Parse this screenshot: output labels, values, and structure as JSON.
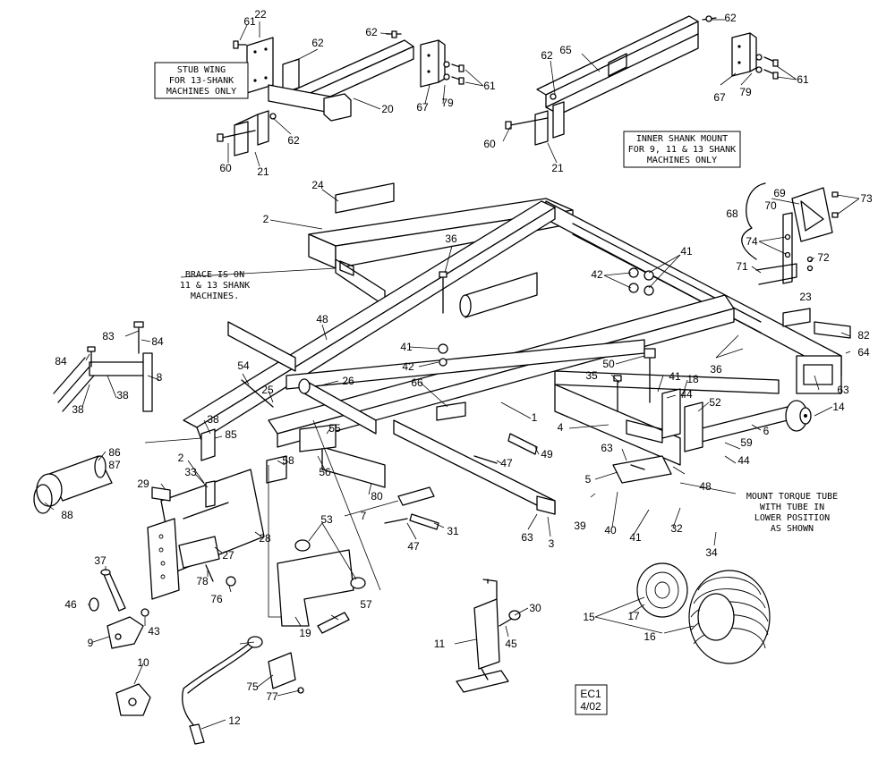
{
  "notes": {
    "stub_wing": [
      "STUB WING",
      "FOR 13-SHANK",
      "MACHINES ONLY"
    ],
    "inner_shank": [
      "INNER SHANK MOUNT",
      "FOR 9, 11 & 13 SHANK",
      "MACHINES ONLY"
    ],
    "brace": [
      "BRACE IS ON",
      "11 & 13 SHANK",
      "MACHINES."
    ],
    "torque_tube": [
      "MOUNT TORQUE TUBE",
      "WITH TUBE IN",
      "LOWER POSITION",
      "AS SHOWN"
    ]
  },
  "stamp": {
    "code": "EC1",
    "date": "4/02"
  },
  "callouts": [
    {
      "id": "c-61a",
      "label": "61"
    },
    {
      "id": "c-22",
      "label": "22"
    },
    {
      "id": "c-62a",
      "label": "62"
    },
    {
      "id": "c-62b",
      "label": "62"
    },
    {
      "id": "c-61b",
      "label": "61"
    },
    {
      "id": "c-20",
      "label": "20"
    },
    {
      "id": "c-67a",
      "label": "67"
    },
    {
      "id": "c-79a",
      "label": "79"
    },
    {
      "id": "c-62c",
      "label": "62"
    },
    {
      "id": "c-60a",
      "label": "60"
    },
    {
      "id": "c-21a",
      "label": "21"
    },
    {
      "id": "c-62d",
      "label": "62"
    },
    {
      "id": "c-65",
      "label": "65"
    },
    {
      "id": "c-62e",
      "label": "62"
    },
    {
      "id": "c-61c",
      "label": "61"
    },
    {
      "id": "c-67b",
      "label": "67"
    },
    {
      "id": "c-79b",
      "label": "79"
    },
    {
      "id": "c-60b",
      "label": "60"
    },
    {
      "id": "c-21b",
      "label": "21"
    },
    {
      "id": "c-24",
      "label": "24"
    },
    {
      "id": "c-2a",
      "label": "2"
    },
    {
      "id": "c-69",
      "label": "69"
    },
    {
      "id": "c-73",
      "label": "73"
    },
    {
      "id": "c-70",
      "label": "70"
    },
    {
      "id": "c-68",
      "label": "68"
    },
    {
      "id": "c-74",
      "label": "74"
    },
    {
      "id": "c-72",
      "label": "72"
    },
    {
      "id": "c-71",
      "label": "71"
    },
    {
      "id": "c-36a",
      "label": "36"
    },
    {
      "id": "c-41a",
      "label": "41"
    },
    {
      "id": "c-42a",
      "label": "42"
    },
    {
      "id": "c-23",
      "label": "23"
    },
    {
      "id": "c-82",
      "label": "82"
    },
    {
      "id": "c-64",
      "label": "64"
    },
    {
      "id": "c-48a",
      "label": "48"
    },
    {
      "id": "c-41b",
      "label": "41"
    },
    {
      "id": "c-42b",
      "label": "42"
    },
    {
      "id": "c-83",
      "label": "83"
    },
    {
      "id": "c-84a",
      "label": "84"
    },
    {
      "id": "c-84b",
      "label": "84"
    },
    {
      "id": "c-38a",
      "label": "38"
    },
    {
      "id": "c-8",
      "label": "8"
    },
    {
      "id": "c-38b",
      "label": "38"
    },
    {
      "id": "c-54",
      "label": "54"
    },
    {
      "id": "c-25",
      "label": "25"
    },
    {
      "id": "c-26",
      "label": "26"
    },
    {
      "id": "c-66",
      "label": "66"
    },
    {
      "id": "c-50",
      "label": "50"
    },
    {
      "id": "c-35",
      "label": "35"
    },
    {
      "id": "c-41c",
      "label": "41"
    },
    {
      "id": "c-36b",
      "label": "36"
    },
    {
      "id": "c-63a",
      "label": "63"
    },
    {
      "id": "c-44a",
      "label": "44"
    },
    {
      "id": "c-18",
      "label": "18"
    },
    {
      "id": "c-52",
      "label": "52"
    },
    {
      "id": "c-14",
      "label": "14"
    },
    {
      "id": "c-1",
      "label": "1"
    },
    {
      "id": "c-4",
      "label": "4"
    },
    {
      "id": "c-6",
      "label": "6"
    },
    {
      "id": "c-38c",
      "label": "38"
    },
    {
      "id": "c-85",
      "label": "85"
    },
    {
      "id": "c-55",
      "label": "55"
    },
    {
      "id": "c-59",
      "label": "59"
    },
    {
      "id": "c-44b",
      "label": "44"
    },
    {
      "id": "c-86",
      "label": "86"
    },
    {
      "id": "c-87",
      "label": "87"
    },
    {
      "id": "c-2b",
      "label": "2"
    },
    {
      "id": "c-58",
      "label": "58"
    },
    {
      "id": "c-56",
      "label": "56"
    },
    {
      "id": "c-63b",
      "label": "63"
    },
    {
      "id": "c-48b",
      "label": "48"
    },
    {
      "id": "c-33",
      "label": "33"
    },
    {
      "id": "c-29",
      "label": "29"
    },
    {
      "id": "c-47a",
      "label": "47"
    },
    {
      "id": "c-49",
      "label": "49"
    },
    {
      "id": "c-5",
      "label": "5"
    },
    {
      "id": "c-80",
      "label": "80"
    },
    {
      "id": "c-7",
      "label": "7"
    },
    {
      "id": "c-88",
      "label": "88"
    },
    {
      "id": "c-53",
      "label": "53"
    },
    {
      "id": "c-39",
      "label": "39"
    },
    {
      "id": "c-40",
      "label": "40"
    },
    {
      "id": "c-41d",
      "label": "41"
    },
    {
      "id": "c-32",
      "label": "32"
    },
    {
      "id": "c-47b",
      "label": "47"
    },
    {
      "id": "c-31",
      "label": "31"
    },
    {
      "id": "c-63c",
      "label": "63"
    },
    {
      "id": "c-3",
      "label": "3"
    },
    {
      "id": "c-34",
      "label": "34"
    },
    {
      "id": "c-28",
      "label": "28"
    },
    {
      "id": "c-27",
      "label": "27"
    },
    {
      "id": "c-37",
      "label": "37"
    },
    {
      "id": "c-78",
      "label": "78"
    },
    {
      "id": "c-76",
      "label": "76"
    },
    {
      "id": "c-46",
      "label": "46"
    },
    {
      "id": "c-43",
      "label": "43"
    },
    {
      "id": "c-9",
      "label": "9"
    },
    {
      "id": "c-19",
      "label": "19"
    },
    {
      "id": "c-57",
      "label": "57"
    },
    {
      "id": "c-30",
      "label": "30"
    },
    {
      "id": "c-45",
      "label": "45"
    },
    {
      "id": "c-11",
      "label": "11"
    },
    {
      "id": "c-15",
      "label": "15"
    },
    {
      "id": "c-17",
      "label": "17"
    },
    {
      "id": "c-16",
      "label": "16"
    },
    {
      "id": "c-10",
      "label": "10"
    },
    {
      "id": "c-75",
      "label": "75"
    },
    {
      "id": "c-77",
      "label": "77"
    },
    {
      "id": "c-12",
      "label": "12"
    }
  ]
}
